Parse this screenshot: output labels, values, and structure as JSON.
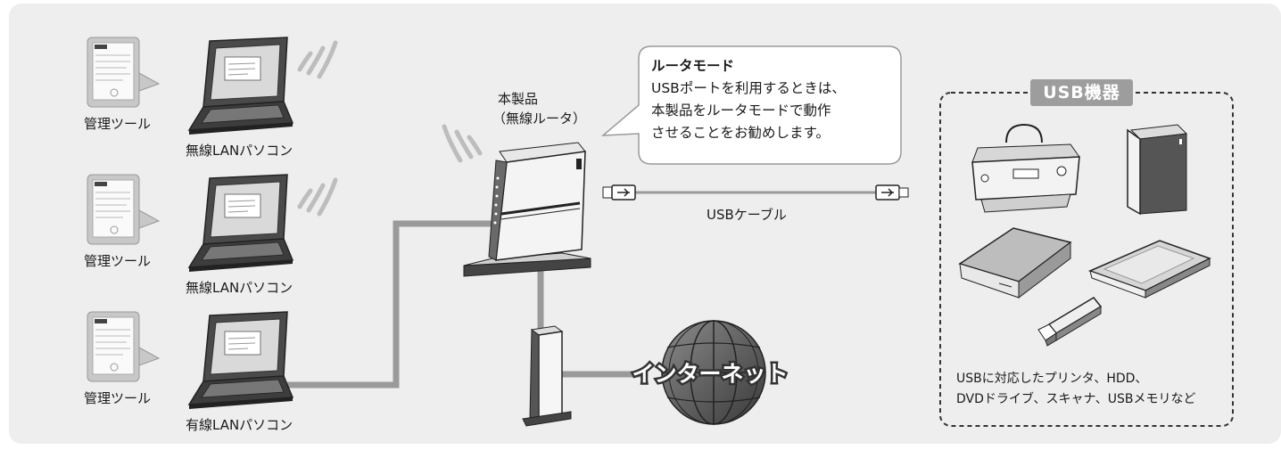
{
  "admin_tool_label": "管理ツール",
  "pcs": [
    {
      "label": "無線LANパソコン",
      "wireless": true
    },
    {
      "label": "無線LANパソコン",
      "wireless": true
    },
    {
      "label": "有線LANパソコン",
      "wireless": false
    }
  ],
  "router": {
    "label_line1": "本製品",
    "label_line2": "（無線ルータ）"
  },
  "callout": {
    "title": "ルータモード",
    "line1": "USBポートを利用するときは、",
    "line2": "本製品をルータモードで動作",
    "line3": "させることをお勧めします。"
  },
  "usb_cable_label": "USBケーブル",
  "internet_label": "インターネット",
  "usb_devices": {
    "title": "USB機器",
    "desc_line1": "USBに対応したプリンタ、HDD、",
    "desc_line2": "DVDドライブ、スキャナ、USBメモリなど"
  },
  "colors": {
    "background": "#eeeeee",
    "line": "#9a9a9a",
    "badge": "#9d9d9d"
  }
}
